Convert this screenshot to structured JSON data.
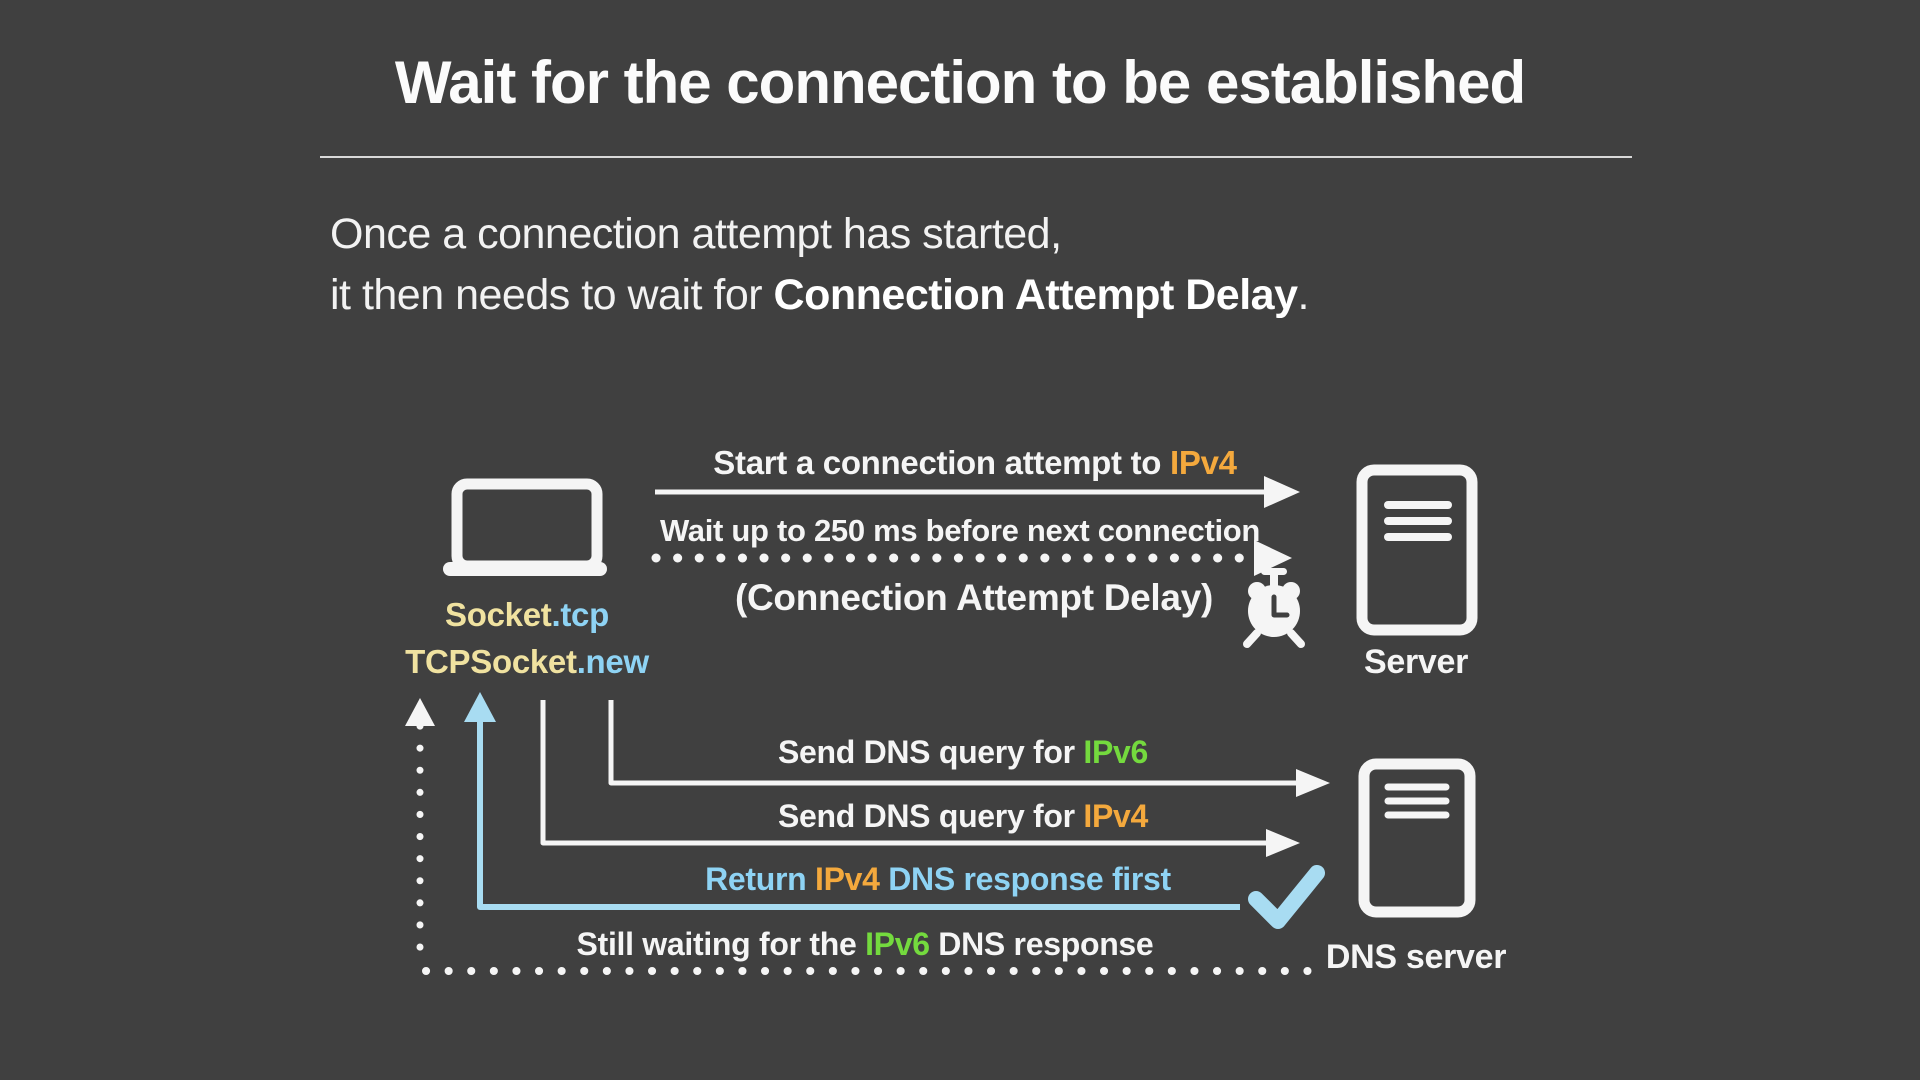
{
  "colors": {
    "bg": "#404040",
    "fg": "#f5f5f5",
    "yellow": "#f0e2a0",
    "blue": "#8ed3f4",
    "blueline": "#a8dcf2",
    "orange": "#f4a93d",
    "green": "#74da3e"
  },
  "header": {
    "title": "Wait for the connection to be established",
    "line1": "Once a connection attempt has started,",
    "line2_prefix": "it then needs to wait for ",
    "line2_bold": "Connection Attempt Delay",
    "line2_suffix": "."
  },
  "diagram": {
    "client": {
      "label1_main": "Socket",
      "label1_accent": ".tcp",
      "label2_main": "TCPSocket",
      "label2_accent": ".new"
    },
    "server_label": "Server",
    "dns_server_label": "DNS server",
    "icons": {
      "client": "laptop-icon",
      "server": "server-icon",
      "dns": "dns-server-icon",
      "timer": "alarm-clock-icon",
      "received": "checkmark-icon"
    },
    "connect": {
      "prefix": "Start a connection attempt to ",
      "highlight": "IPv4"
    },
    "wait": "Wait up to 250 ms before next connection",
    "delay": "(Connection Attempt Delay)",
    "query_v6": {
      "prefix": "Send DNS query for ",
      "highlight": "IPv6"
    },
    "query_v4": {
      "prefix": "Send DNS query for ",
      "highlight": "IPv4"
    },
    "return_v4": {
      "prefix": "Return ",
      "highlight": "IPv4",
      "suffix": " DNS response first"
    },
    "still_waiting": {
      "prefix": "Still waiting for the ",
      "highlight": "IPv6",
      "suffix": " DNS response"
    }
  }
}
